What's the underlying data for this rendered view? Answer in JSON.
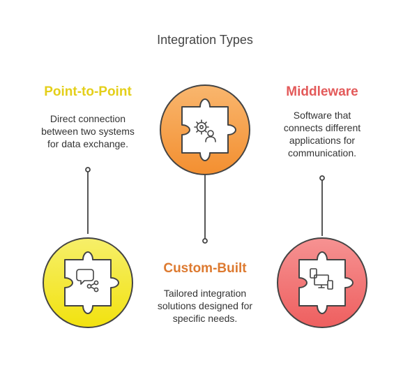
{
  "title": "Integration Types",
  "nodes": [
    {
      "heading": "Point-to-Point",
      "description_lines": [
        "Direct connection",
        "between two systems",
        "for data exchange."
      ],
      "color": "#f2e533",
      "heading_color": "#e4cf1a",
      "icon": "chat-share-icon"
    },
    {
      "heading": "Custom-Built",
      "description_lines": [
        "Tailored integration",
        "solutions designed for",
        "specific needs."
      ],
      "color": "#f7a04d",
      "heading_color": "#dd7a30",
      "icon": "gear-user-icon"
    },
    {
      "heading": "Middleware",
      "description_lines": [
        "Software that",
        "connects different",
        "applications for",
        "communication."
      ],
      "color": "#f07070",
      "heading_color": "#e35a5a",
      "icon": "devices-icon"
    }
  ]
}
